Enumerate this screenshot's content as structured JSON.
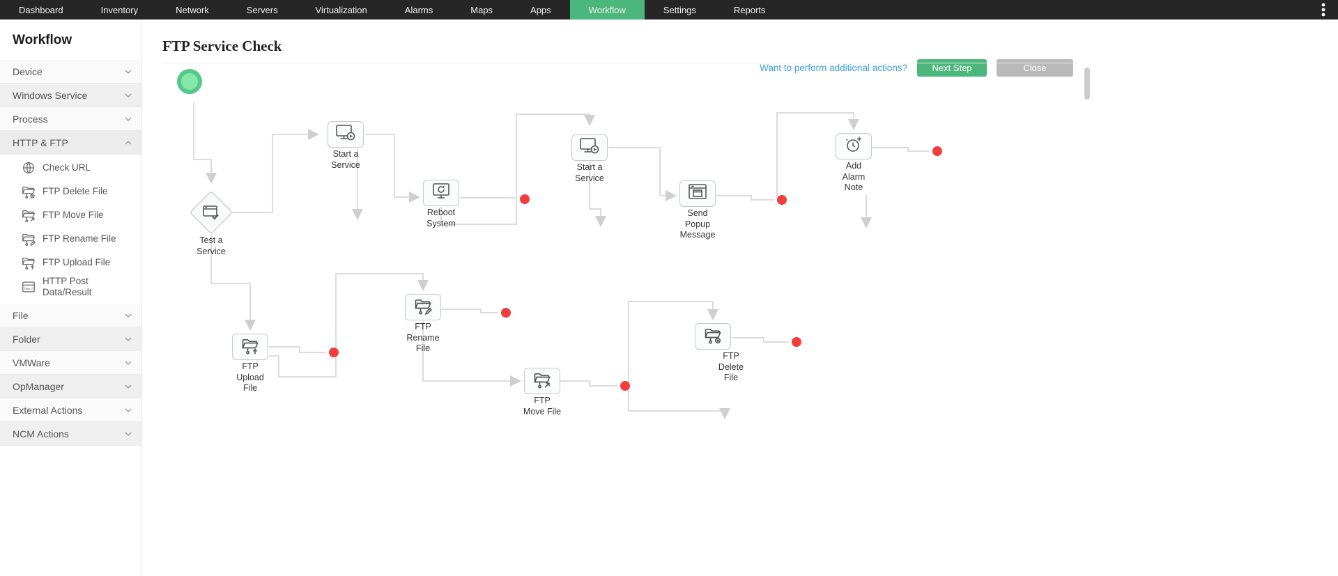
{
  "nav": {
    "items": [
      {
        "label": "Dashboard",
        "active": false
      },
      {
        "label": "Inventory",
        "active": false
      },
      {
        "label": "Network",
        "active": false
      },
      {
        "label": "Servers",
        "active": false
      },
      {
        "label": "Virtualization",
        "active": false
      },
      {
        "label": "Alarms",
        "active": false
      },
      {
        "label": "Maps",
        "active": false
      },
      {
        "label": "Apps",
        "active": false
      },
      {
        "label": "Workflow",
        "active": true
      },
      {
        "label": "Settings",
        "active": false
      },
      {
        "label": "Reports",
        "active": false
      }
    ]
  },
  "sidebar": {
    "title": "Workflow",
    "sections": [
      {
        "label": "Device",
        "expanded": false
      },
      {
        "label": "Windows Service",
        "expanded": false
      },
      {
        "label": "Process",
        "expanded": false
      },
      {
        "label": "HTTP & FTP",
        "expanded": true
      },
      {
        "label": "File",
        "expanded": false
      },
      {
        "label": "Folder",
        "expanded": false
      },
      {
        "label": "VMWare",
        "expanded": false
      },
      {
        "label": "OpManager",
        "expanded": false
      },
      {
        "label": "External Actions",
        "expanded": false
      },
      {
        "label": "NCM Actions",
        "expanded": false
      }
    ],
    "http_ftp_items": [
      {
        "label": "Check URL",
        "icon": "globe-icon"
      },
      {
        "label": "FTP Delete File",
        "icon": "ftp-delete-icon"
      },
      {
        "label": "FTP Move File",
        "icon": "ftp-move-icon"
      },
      {
        "label": "FTP Rename File",
        "icon": "ftp-rename-icon"
      },
      {
        "label": "FTP Upload File",
        "icon": "ftp-upload-icon"
      },
      {
        "label": "HTTP Post Data/Result",
        "icon": "http-post-icon"
      }
    ],
    "http_post_icon_text": "http://"
  },
  "header": {
    "title": "FTP Service Check",
    "link_label": "Want to perform additional actions?",
    "next_step_label": "Next Step",
    "close_label": "Close"
  },
  "canvas": {
    "nodes": [
      {
        "name": "start",
        "type": "start",
        "label": ""
      },
      {
        "name": "test-a-service",
        "type": "decision",
        "label": "Test a\nService",
        "icon": "window-check-icon"
      },
      {
        "name": "start-a-service-1",
        "type": "action",
        "label": "Start a\nService",
        "icon": "monitor-play-icon"
      },
      {
        "name": "reboot-system",
        "type": "action",
        "label": "Reboot\nSystem",
        "icon": "monitor-refresh-icon"
      },
      {
        "name": "start-a-service-2",
        "type": "action",
        "label": "Start a\nService",
        "icon": "monitor-play-icon"
      },
      {
        "name": "send-popup-message",
        "type": "action",
        "label": "Send\nPopup\nMessage",
        "icon": "popup-window-icon"
      },
      {
        "name": "add-alarm-note",
        "type": "action",
        "label": "Add\nAlarm\nNote",
        "icon": "alarm-clock-plus-icon"
      },
      {
        "name": "ftp-rename-file",
        "type": "action",
        "label": "FTP\nRename\nFile",
        "icon": "ftp-rename-icon"
      },
      {
        "name": "ftp-upload-file",
        "type": "action",
        "label": "FTP\nUpload\nFile",
        "icon": "ftp-upload-icon"
      },
      {
        "name": "ftp-move-file",
        "type": "action",
        "label": "FTP\nMove File",
        "icon": "ftp-move-icon"
      },
      {
        "name": "ftp-delete-file",
        "type": "action",
        "label": "FTP\nDelete\nFile",
        "icon": "ftp-delete-icon"
      }
    ]
  },
  "colors": {
    "nav_bg": "#262626",
    "accent_green": "#4bb77c",
    "link_blue": "#3aa0dc",
    "endpoint_red": "#f23d3d",
    "connector_gray": "#dcdcdc"
  }
}
